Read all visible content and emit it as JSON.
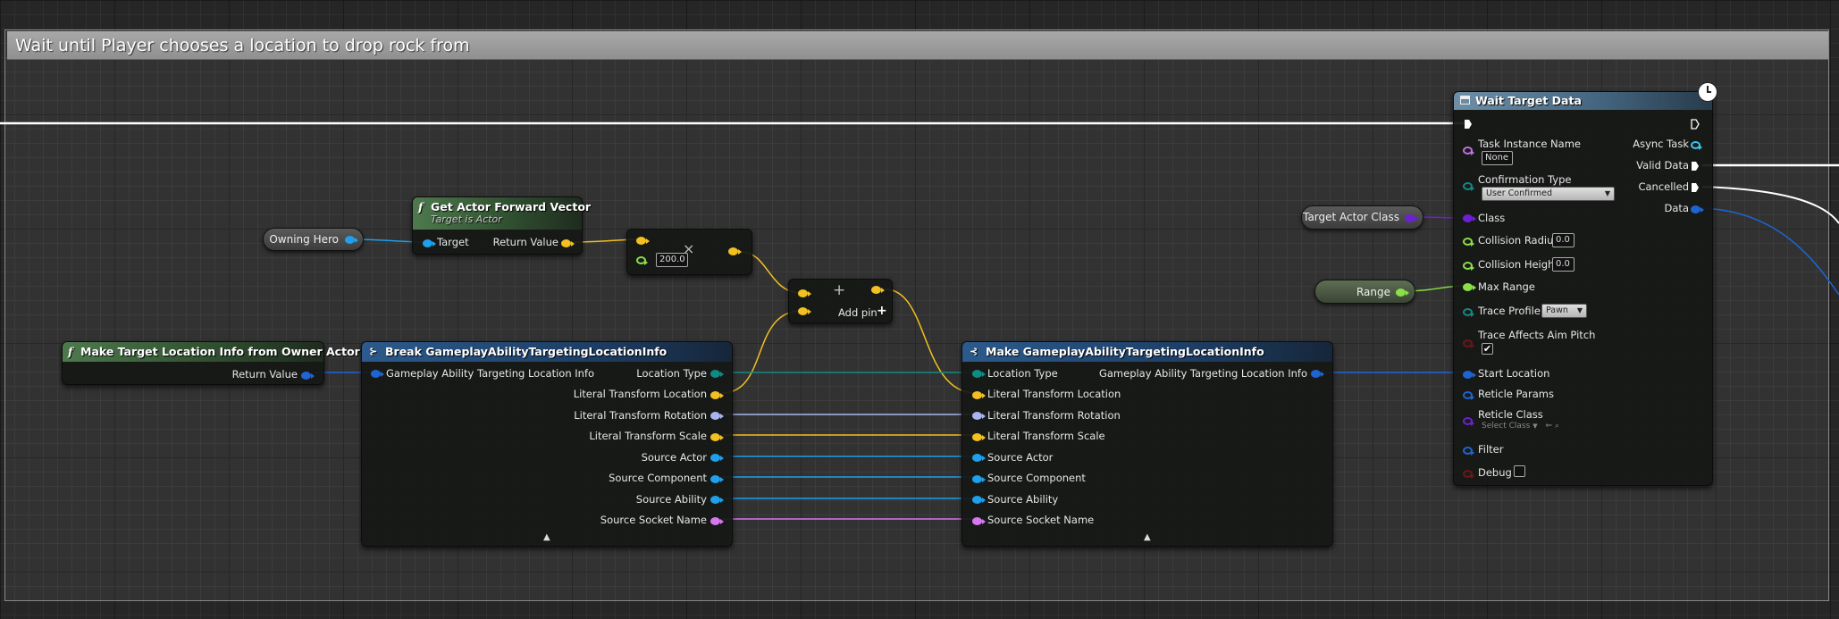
{
  "comment": {
    "title": "Wait until Player chooses a location to drop rock from"
  },
  "nodes": {
    "owning_hero": {
      "label": "Owning Hero"
    },
    "get_forward": {
      "title": "Get Actor Forward Vector",
      "subtitle": "Target is Actor",
      "target": "Target",
      "return_value": "Return Value"
    },
    "multiply": {
      "value": "200.0",
      "op": "×"
    },
    "add": {
      "add_pin": "Add pin",
      "op": "+"
    },
    "make_target_location": {
      "title": "Make Target Location Info from Owner Actor",
      "return_value": "Return Value"
    },
    "break_info": {
      "title": "Break GameplayAbilityTargetingLocationInfo",
      "input": "Gameplay Ability Targeting Location Info",
      "outputs": [
        "Location Type",
        "Literal Transform Location",
        "Literal Transform Rotation",
        "Literal Transform Scale",
        "Source Actor",
        "Source Component",
        "Source Ability",
        "Source Socket Name"
      ]
    },
    "make_info": {
      "title": "Make GameplayAbilityTargetingLocationInfo",
      "output": "Gameplay Ability Targeting Location Info",
      "inputs": [
        "Location Type",
        "Literal Transform Location",
        "Literal Transform Rotation",
        "Literal Transform Scale",
        "Source Actor",
        "Source Component",
        "Source Ability",
        "Source Socket Name"
      ]
    },
    "target_actor_class": {
      "label": "Target Actor Class"
    },
    "range": {
      "label": "Range"
    },
    "wait_target_data": {
      "title": "Wait Target Data",
      "task_instance_name": "Task Instance Name",
      "task_instance_value": "None",
      "confirmation_type": "Confirmation Type",
      "confirmation_value": "User Confirmed",
      "class": "Class",
      "collision_radius": "Collision Radius",
      "collision_radius_value": "0.0",
      "collision_height": "Collision Height",
      "collision_height_value": "0.0",
      "max_range": "Max Range",
      "trace_profile": "Trace Profile",
      "trace_profile_value": "Pawn",
      "trace_affects_aim_pitch": "Trace Affects Aim Pitch",
      "start_location": "Start Location",
      "reticle_params": "Reticle Params",
      "reticle_class": "Reticle Class",
      "reticle_class_value": "Select Class",
      "filter": "Filter",
      "debug": "Debug",
      "async_task": "Async Task",
      "valid_data": "Valid Data",
      "cancelled": "Cancelled",
      "data": "Data"
    }
  },
  "colors": {
    "exec": "#ffffff",
    "vector": "#f2c021",
    "float": "#8ae047",
    "object": "#1ea0ec",
    "struct": "#1e64d2",
    "rotator": "#a7b4ef",
    "name": "#d676f2",
    "byte": "#108a82",
    "class": "#6d1fd6"
  }
}
